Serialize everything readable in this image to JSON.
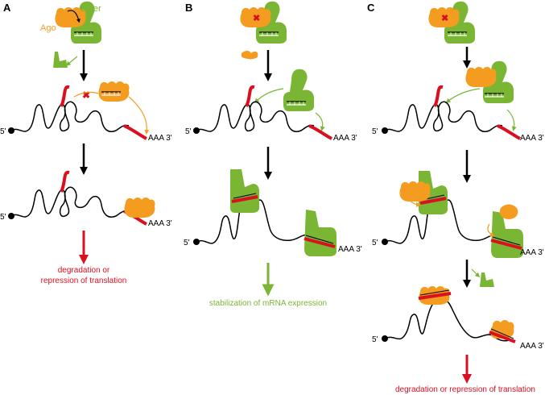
{
  "panels": {
    "a": {
      "letter": "A",
      "dicer_label": "Dicer",
      "ago_label": "Ago",
      "five_prime_1": "5'",
      "three_prime_1": "AAA 3'",
      "five_prime_2": "5'",
      "three_prime_2": "AAA 3'",
      "outcome": [
        "degradation or",
        "repression of translation"
      ]
    },
    "b": {
      "letter": "B",
      "five_prime_1": "5'",
      "three_prime_1": "AAA 3'",
      "five_prime_2": "5'",
      "three_prime_2": "AAA 3'",
      "outcome": "stabilization of mRNA expression"
    },
    "c": {
      "letter": "C",
      "five_prime_1": "5'",
      "three_prime_1": "AAA 3'",
      "five_prime_2": "5'",
      "three_prime_2": "AAA 3'",
      "five_prime_3": "5'",
      "three_prime_3": "AAA 3'",
      "outcome": "degradation or repression of translation"
    }
  },
  "colors": {
    "dicer": "#7ab534",
    "ago": "#f39c1f",
    "mirna_site": "#d9101f",
    "inhibit_arrow": "#d9101f",
    "stabilize_arrow": "#7ab534",
    "rna": "#000000"
  }
}
